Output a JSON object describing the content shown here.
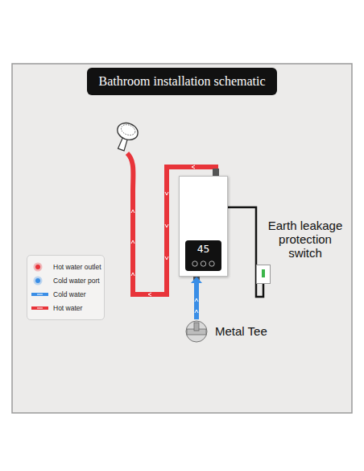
{
  "diagram": {
    "title": "Bathroom installation schematic",
    "nodes": [
      {
        "text": [
          "45"
        ]
      },
      {
        "text": [
          "Earth leakage protection switch"
        ]
      },
      {
        "text": [
          "Metal Tee"
        ]
      }
    ],
    "edges": [
      {
        "from": 0,
        "to": 1,
        "arrow": "none"
      },
      {
        "from": 2,
        "to": 0,
        "arrow": "to"
      }
    ],
    "legend": [
      {
        "text": "Hot water outlet",
        "color": "#e8343a"
      },
      {
        "text": "Cold water port",
        "color": "#3a8ee6"
      },
      {
        "text": "Cold water"
      },
      {
        "text": "Hot water"
      }
    ]
  }
}
